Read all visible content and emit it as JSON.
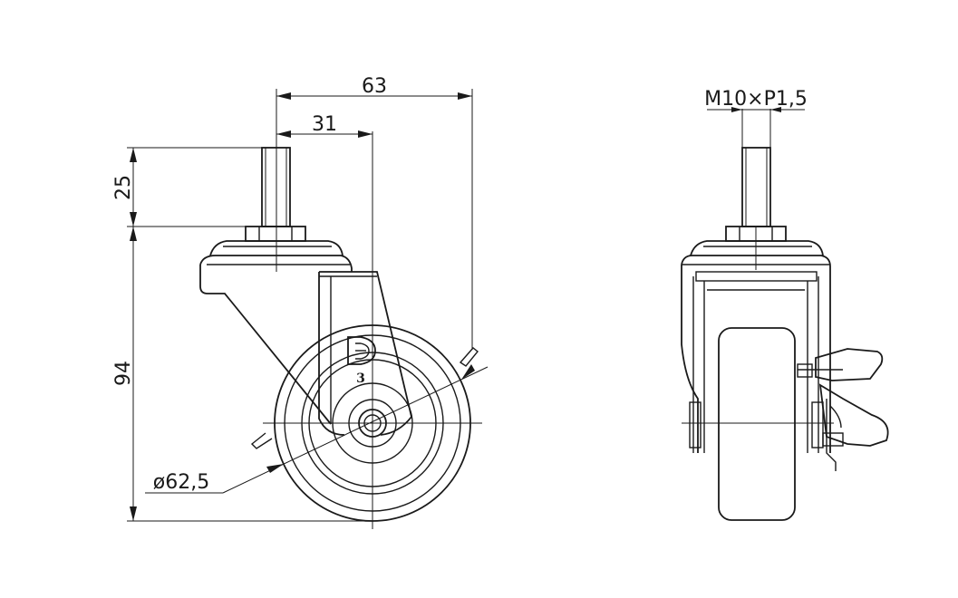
{
  "drawing": {
    "dimensions": {
      "overall_width": "63",
      "offset": "31",
      "stem_height": "25",
      "total_height": "94",
      "wheel_diameter": "ø62,5",
      "thread": "M10×P1,5"
    },
    "markings": {
      "logo": "D",
      "size_number": "3"
    }
  }
}
